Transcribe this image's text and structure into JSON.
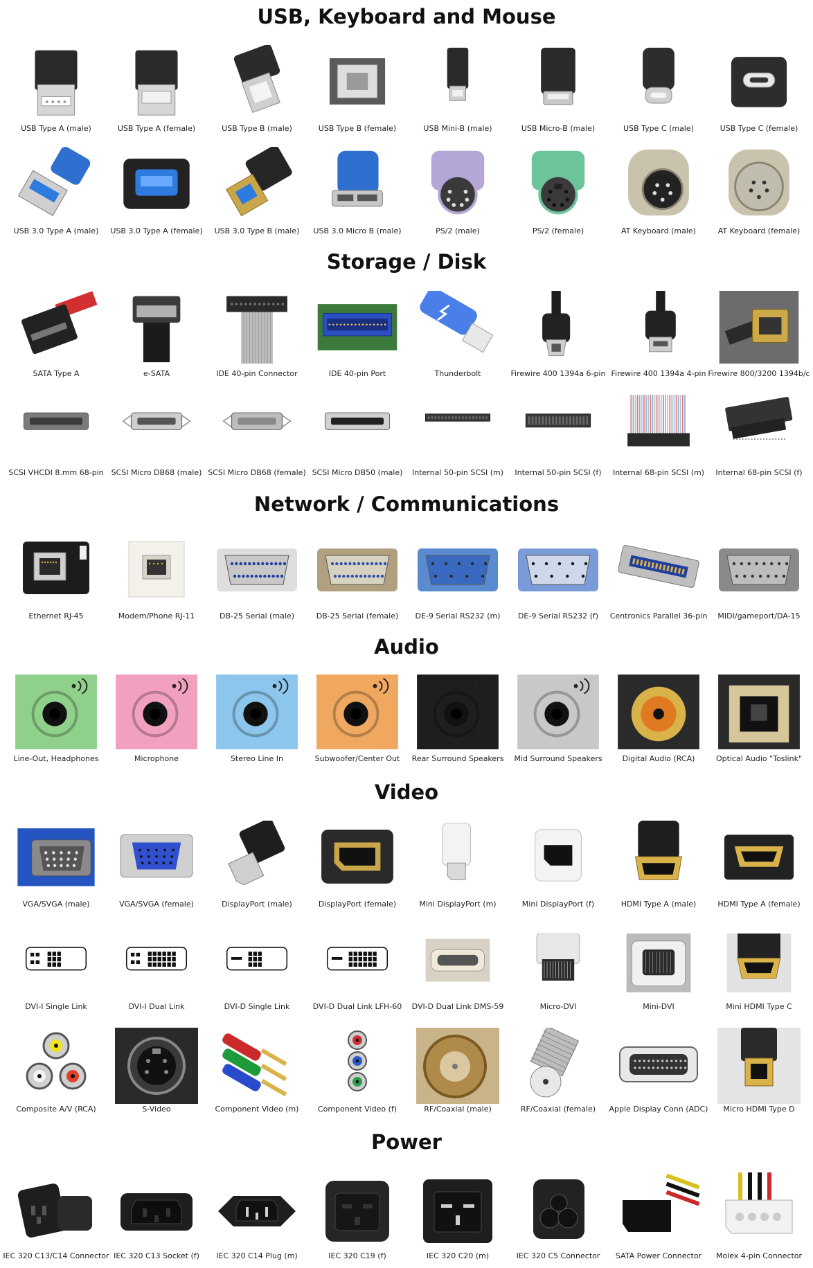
{
  "sections": [
    {
      "title": "USB, Keyboard and Mouse",
      "rows": [
        [
          "USB Type A (male)",
          "USB Type A (female)",
          "USB Type B (male)",
          "USB Type B (female)",
          "USB Mini-B (male)",
          "USB Micro-B (male)",
          "USB Type C (male)",
          "USB Type C (female)"
        ],
        [
          "USB 3.0 Type A (male)",
          "USB 3.0 Type A (female)",
          "USB 3.0 Type B (male)",
          "USB 3.0 Micro B (male)",
          "PS/2 (male)",
          "PS/2 (female)",
          "AT  Keyboard (male)",
          "AT Keyboard (female)"
        ]
      ]
    },
    {
      "title": "Storage / Disk",
      "rows": [
        [
          "SATA Type A",
          "e-SATA",
          "IDE 40-pin Connector",
          "IDE 40-pin Port",
          "Thunderbolt",
          "Firewire 400 1394a 6-pin",
          "Firewire 400 1394a 4-pin",
          "Firewire 800/3200 1394b/c"
        ],
        [
          "SCSI VHCDI 8.mm 68-pin",
          "SCSI Micro DB68 (male)",
          "SCSI Micro DB68 (female)",
          "SCSI Micro DB50 (male)",
          "Internal 50-pin SCSI (m)",
          "Internal 50-pin SCSI (f)",
          "Internal 68-pin SCSI (m)",
          "Internal 68-pin SCSI (f)"
        ]
      ]
    },
    {
      "title": "Network / Communications",
      "rows": [
        [
          "Ethernet RJ-45",
          "Modem/Phone RJ-11",
          "DB-25 Serial (male)",
          "DB-25 Serial (female)",
          "DE-9 Serial RS232 (m)",
          "DE-9 Serial RS232 (f)",
          "Centronics Parallel 36-pin",
          "MIDI/gameport/DA-15"
        ]
      ]
    },
    {
      "title": "Audio",
      "rows": [
        [
          "Line-Out, Headphones",
          "Microphone",
          "Stereo Line In",
          "Subwoofer/Center Out",
          "Rear Surround Speakers",
          "Mid Surround Speakers",
          "Digital Audio (RCA)",
          "Optical Audio \"Toslink\""
        ]
      ]
    },
    {
      "title": "Video",
      "rows": [
        [
          "VGA/SVGA (male)",
          "VGA/SVGA (female)",
          "DisplayPort (male)",
          "DisplayPort (female)",
          "Mini DisplayPort (m)",
          "Mini DisplayPort (f)",
          "HDMI Type A (male)",
          "HDMI Type A (female)"
        ],
        [
          "DVI-I Single Link",
          "DVI-I Dual Link",
          "DVI-D Single Link",
          "DVI-D Dual Link LFH-60",
          "DVI-D Dual Link DMS-59",
          "Micro-DVI",
          "Mini-DVI",
          "Mini HDMI Type C"
        ],
        [
          "Composite A/V (RCA)",
          "S-Video",
          "Component Video (m)",
          "Component Video (f)",
          "RF/Coaxial (male)",
          "RF/Coaxial (female)",
          "Apple Display Conn (ADC)",
          "Micro HDMI Type D"
        ]
      ]
    },
    {
      "title": "Power",
      "rows": [
        [
          "IEC 320 C13/C14 Connector",
          "IEC 320 C13 Socket (f)",
          "IEC 320 C14 Plug (m)",
          "IEC 320 C19 (f)",
          "IEC 320 C20 (m)",
          "IEC 320 C5 Connector",
          "SATA Power Connector",
          "Molex 4-pin Connector"
        ]
      ]
    }
  ],
  "audio_colors": [
    "#8fd08a",
    "#f2a0bf",
    "#8cc6ec",
    "#f0a860",
    "#1e1e1e",
    "#c8c8c8"
  ]
}
